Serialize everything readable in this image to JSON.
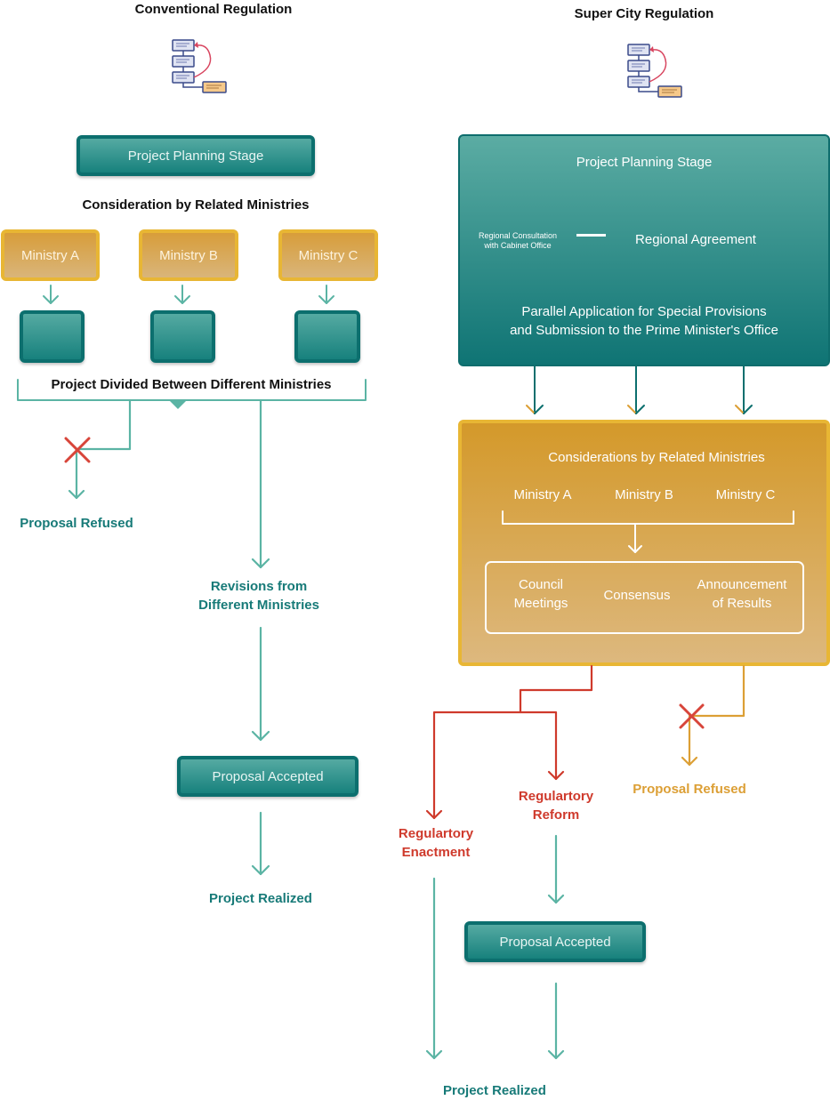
{
  "left": {
    "title": "Conventional Regulation",
    "planning_stage": "Project Planning Stage",
    "consideration_label": "Consideration by Related Ministries",
    "ministries": [
      "Ministry A",
      "Ministry B",
      "Ministry C"
    ],
    "divided_label": "Project Divided Between Different Ministries",
    "refused_label": "Proposal Refused",
    "revisions_label_1": "Revisions from",
    "revisions_label_2": "Different Ministries",
    "accepted_label": "Proposal Accepted",
    "realized_label": "Project Realized"
  },
  "right": {
    "title": "Super City Regulation",
    "planning_stage": "Project Planning Stage",
    "consultation_line_1": "Regional Consultation",
    "consultation_line_2": "with Cabinet Office",
    "agreement_label": "Regional Agreement",
    "parallel_line_1": "Parallel Application for Special Provisions",
    "parallel_line_2": "and Submission to the Prime Minister's Office",
    "considerations_label": "Considerations by Related Ministries",
    "ministries": [
      "Ministry A",
      "Ministry B",
      "Ministry C"
    ],
    "council_line_1": "Council",
    "council_line_2": "Meetings",
    "consensus_label": "Consensus",
    "announcement_line_1": "Announcement",
    "announcement_line_2": "of Results",
    "refused_label": "Proposal Refused",
    "reform_line_1": "Regulartory",
    "reform_line_2": "Reform",
    "enactment_line_1": "Regulartory",
    "enactment_line_2": "Enactment",
    "accepted_label": "Proposal Accepted",
    "realized_label": "Project Realized"
  },
  "colors": {
    "teal": "#0c6f6e",
    "teal_arrow": "#5bb4a4",
    "gold": "#e8b634",
    "red": "#cf3a2c",
    "orange": "#dc9f35"
  },
  "icons": [
    "flowchart-icon",
    "cross-icon",
    "arrow-down-icon"
  ]
}
